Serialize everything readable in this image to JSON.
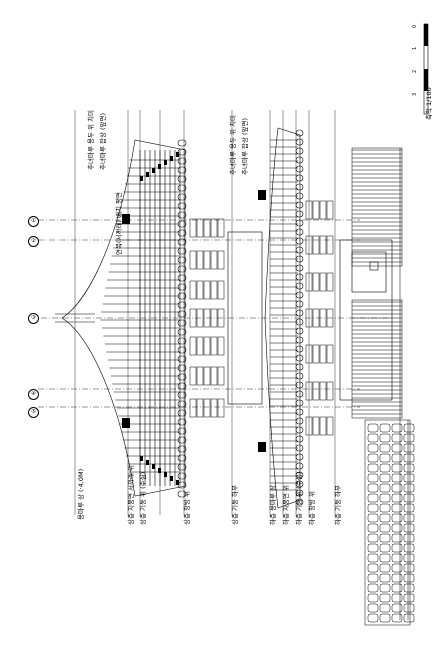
{
  "drawing": {
    "line_color": "#000000",
    "background": "#ffffff"
  },
  "upper_labels": [
    "용마루 상 (·4,0M)",
    "상층 지붕면 서까래 위",
    "상층 기둥 위 (주심)",
    "상층 창방 위",
    "상층 기둥 하부",
    "하층 용마루 상",
    "하층 지붕면 위",
    "하층 기둥 위 (주심)",
    "하층 창방 위",
    "하층 기둥 하부"
  ],
  "annotations": [
    "추녀마루 용두 위 치미",
    "추녀마루 잡상 (앞면)",
    "연목(서까래) 배치 평면",
    "추녀마루 용두 위 치미",
    "추녀마루 잡상 (앞면)"
  ],
  "grid_bubbles": [
    "①",
    "②",
    "③",
    "④",
    "⑤"
  ],
  "scale": {
    "title": "축척 1/100",
    "marks": [
      "0",
      "1",
      "2",
      "3"
    ]
  }
}
